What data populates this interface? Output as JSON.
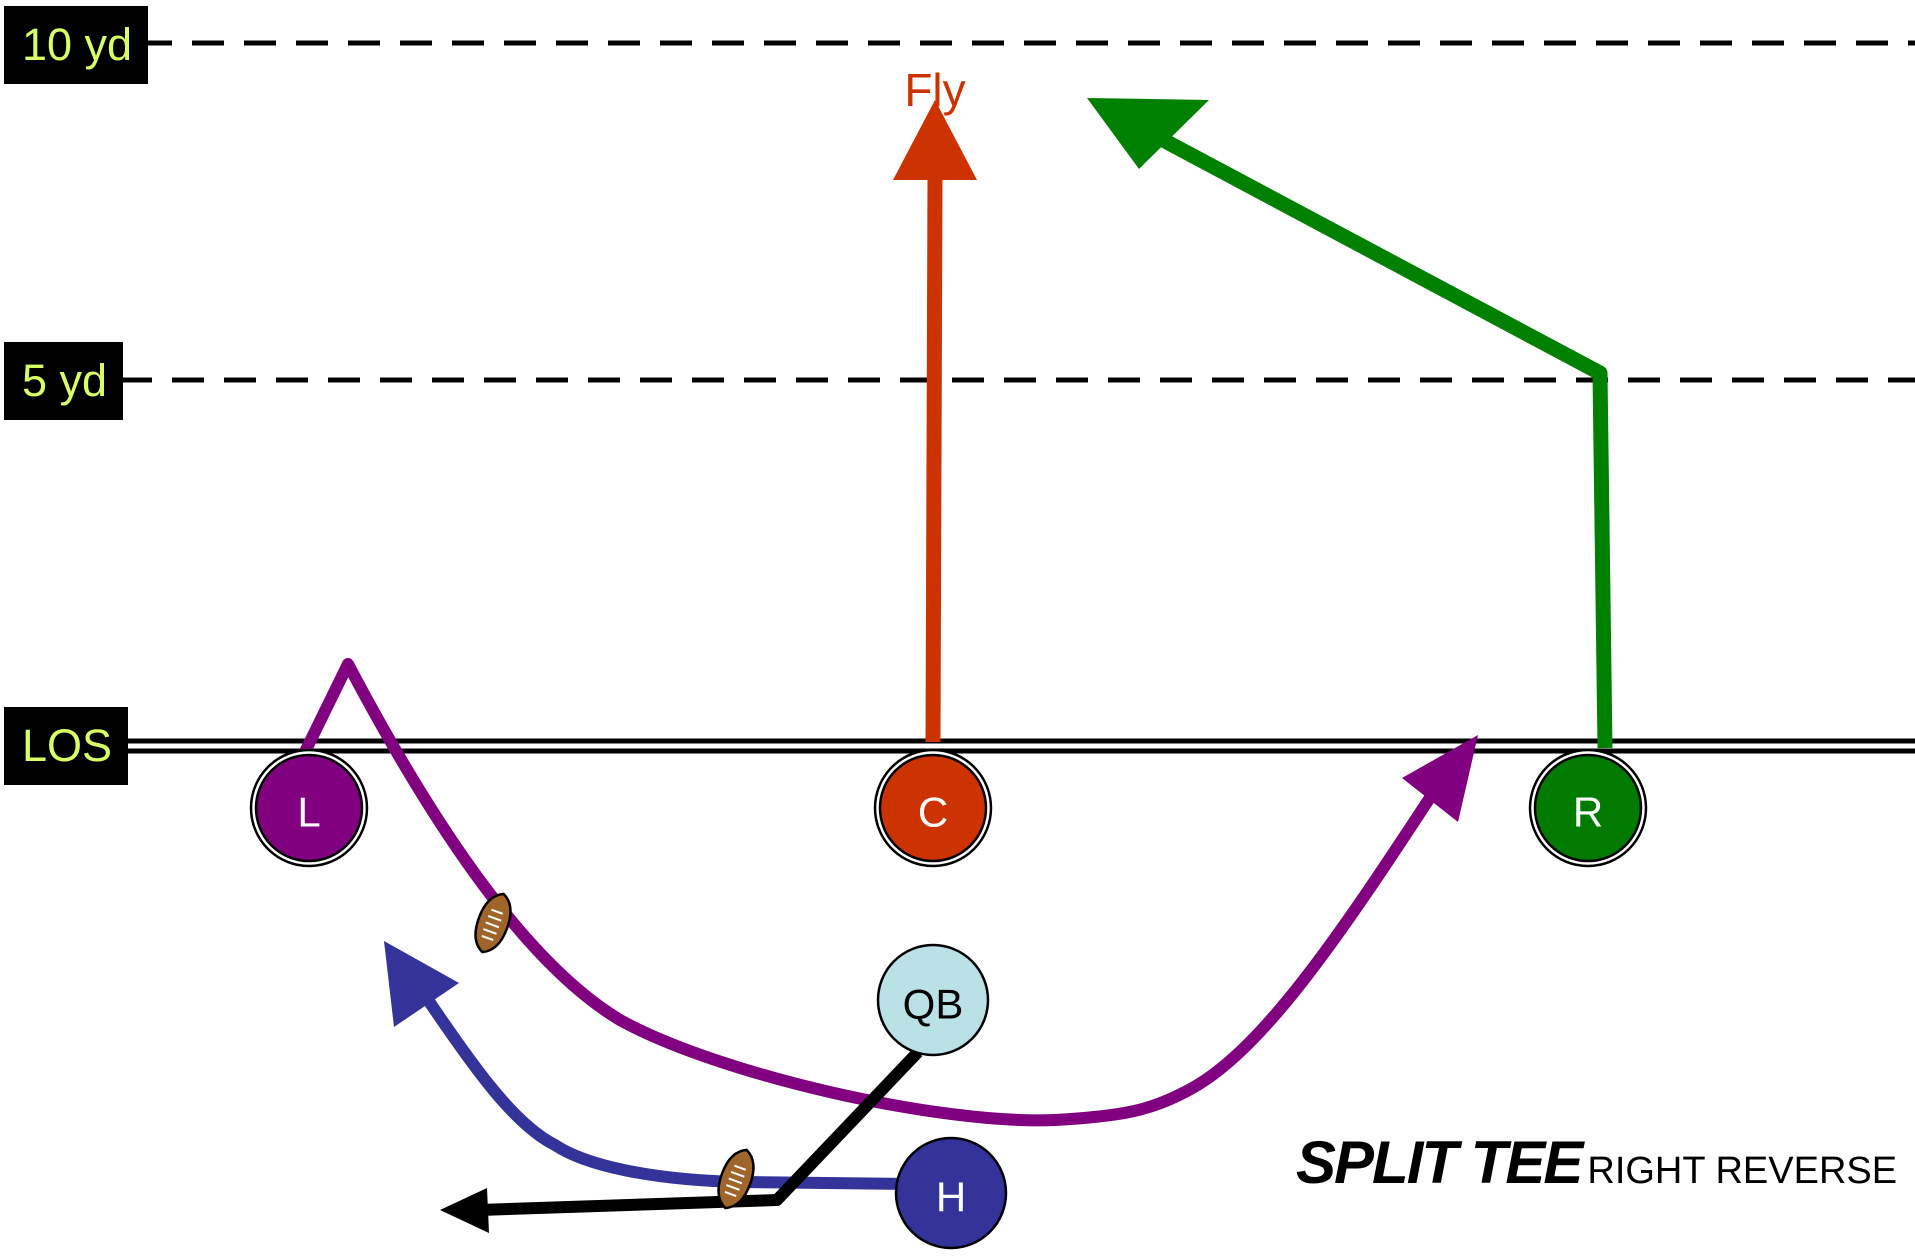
{
  "yard_labels": {
    "ten": "10 yd",
    "five": "5 yd",
    "los": "LOS"
  },
  "players": [
    {
      "id": "L",
      "label": "L",
      "color": "#800080",
      "text_color": "#ffffff"
    },
    {
      "id": "C",
      "label": "C",
      "color": "#cc3300",
      "text_color": "#ffffff"
    },
    {
      "id": "R",
      "label": "R",
      "color": "#007a00",
      "text_color": "#ffffff"
    },
    {
      "id": "QB",
      "label": "QB",
      "color": "#b9e1e6",
      "text_color": "#000000"
    },
    {
      "id": "H",
      "label": "H",
      "color": "#333399",
      "text_color": "#ffffff"
    }
  ],
  "routes": {
    "center": {
      "label": "Fly",
      "color": "#cc3300"
    },
    "right": {
      "color": "#008000"
    },
    "left_reverse": {
      "color": "#800080"
    },
    "halfback": {
      "color": "#333399"
    },
    "qb": {
      "color": "#000000"
    }
  },
  "title": {
    "main": "SPLIT TEE",
    "sub": "RIGHT REVERSE"
  },
  "colors": {
    "yard_label_bg": "#000000",
    "yard_label_text": "#d9ff66",
    "football": "#a0652b"
  }
}
